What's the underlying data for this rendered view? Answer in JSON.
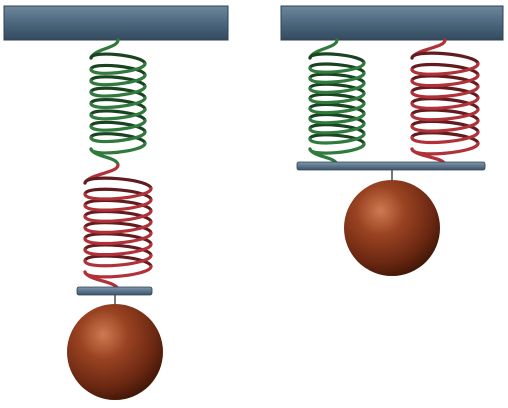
{
  "diagram": {
    "arrangements": [
      {
        "type": "series",
        "springs": [
          "green",
          "red"
        ]
      },
      {
        "type": "parallel",
        "springs": [
          "green",
          "red"
        ]
      }
    ],
    "colors": {
      "green_spring": "#2f7a3c",
      "red_spring": "#b03238",
      "ceiling": "#4f6a82",
      "bar": "#5f7c95",
      "mass": "#8a3318"
    },
    "icons": [
      "ceiling-bar",
      "coil-spring",
      "spherical-mass"
    ]
  }
}
